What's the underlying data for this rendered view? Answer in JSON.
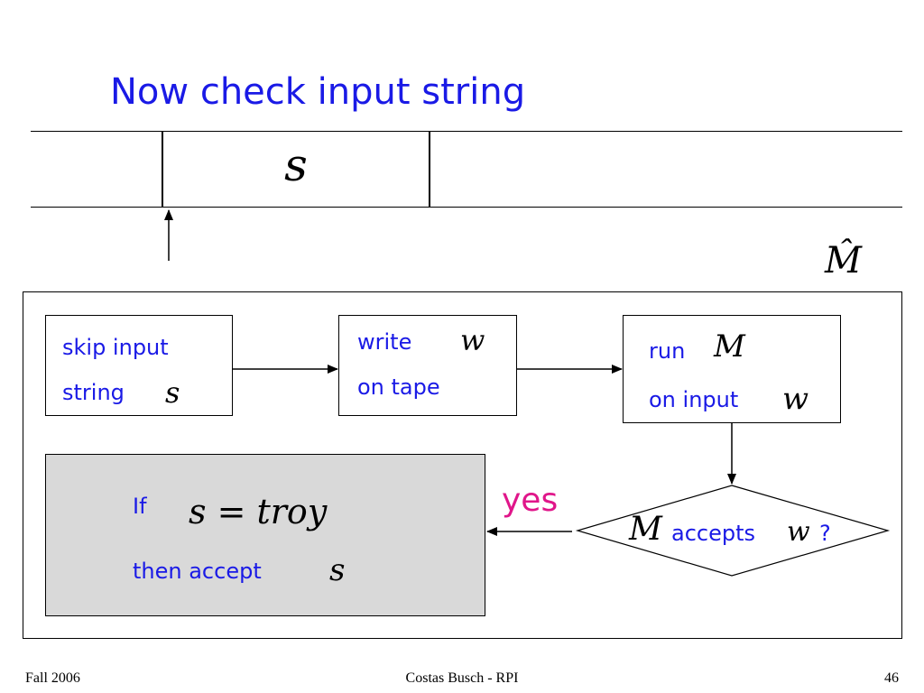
{
  "slide": {
    "title": "Now check input string"
  },
  "tape": {
    "symbol": "s"
  },
  "machine": {
    "label": "M̂",
    "box_skip": {
      "line1": "skip input",
      "line2_text": "string",
      "line2_var": "s"
    },
    "box_write": {
      "word": "write",
      "var": "w",
      "line2": "on tape"
    },
    "box_run": {
      "word": "run",
      "var_m": "M",
      "line2_text": "on input",
      "var_w": "w"
    },
    "decision": {
      "var_m": "M",
      "text": "accepts",
      "var_w": "w",
      "question": "?"
    },
    "yes_label": "yes",
    "box_result": {
      "if_word": "If",
      "condition": "s = troy",
      "line2_text": "then accept",
      "line2_var": "s"
    }
  },
  "footer": {
    "left": "Fall 2006",
    "center": "Costas Busch - RPI",
    "right": "46"
  },
  "colors": {
    "text_blue": "#1a1ae6",
    "yes_magenta": "#e0168a",
    "result_fill": "#d9d9d9"
  }
}
